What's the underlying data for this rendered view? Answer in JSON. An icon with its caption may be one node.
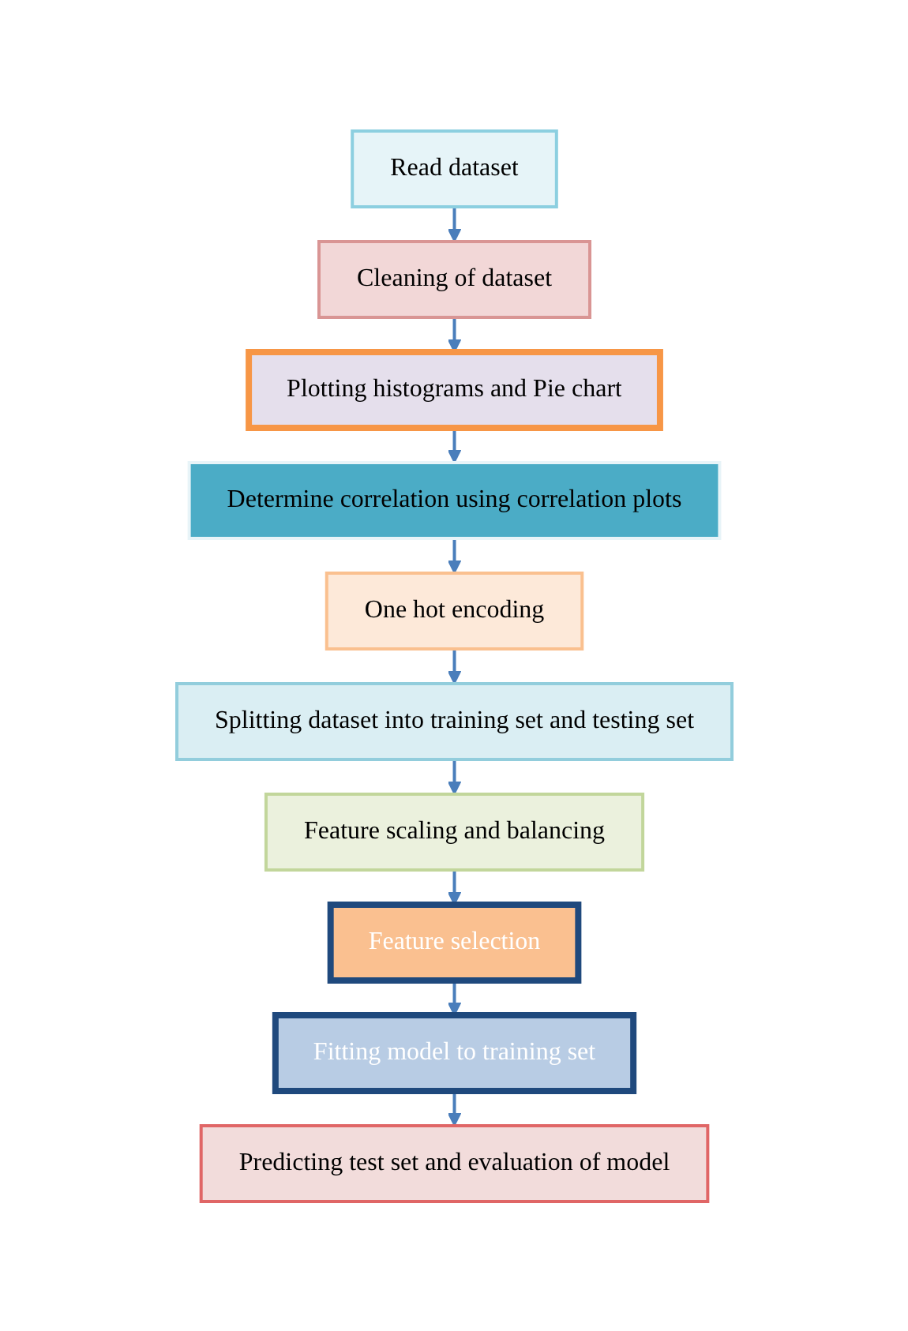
{
  "diagram": {
    "nodes": [
      {
        "text": [
          "Read dataset"
        ]
      },
      {
        "text": [
          "Cleaning of dataset"
        ]
      },
      {
        "text": [
          "Plotting histograms and Pie chart"
        ]
      },
      {
        "text": [
          "Determine correlation using correlation plots"
        ]
      },
      {
        "text": [
          "One hot encoding"
        ]
      },
      {
        "text": [
          "Splitting dataset into training set and testing set"
        ]
      },
      {
        "text": [
          "Feature scaling and balancing"
        ]
      },
      {
        "text": [
          "Feature selection"
        ]
      },
      {
        "text": [
          "Fitting model to training set"
        ]
      },
      {
        "text": [
          "Predicting test set and evaluation of model"
        ]
      }
    ],
    "edges": [
      {
        "from": 0,
        "to": 1,
        "arrow": "to"
      },
      {
        "from": 1,
        "to": 2,
        "arrow": "to"
      },
      {
        "from": 2,
        "to": 3,
        "arrow": "to"
      },
      {
        "from": 3,
        "to": 4,
        "arrow": "to"
      },
      {
        "from": 4,
        "to": 5,
        "arrow": "to"
      },
      {
        "from": 5,
        "to": 6,
        "arrow": "to"
      },
      {
        "from": 6,
        "to": 7,
        "arrow": "to"
      },
      {
        "from": 7,
        "to": 8,
        "arrow": "to"
      },
      {
        "from": 8,
        "to": 9,
        "arrow": "to"
      }
    ]
  }
}
